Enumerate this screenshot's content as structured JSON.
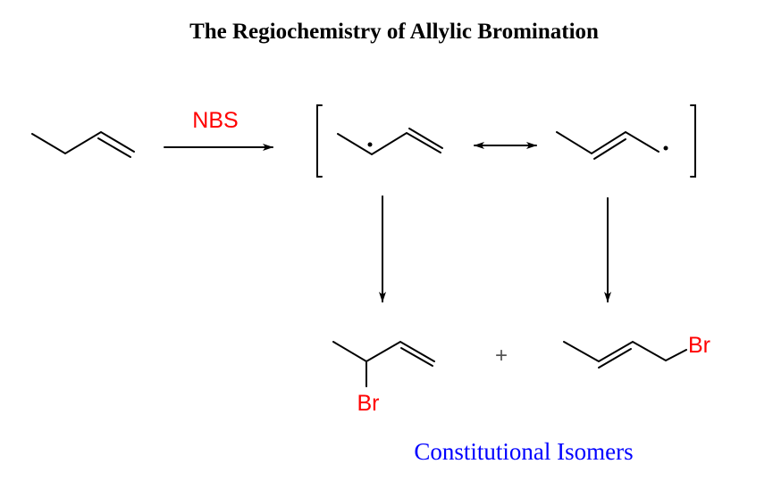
{
  "title": "The Regiochemistry of Allylic Bromination",
  "reagent": "NBS",
  "product_1_substituent": "Br",
  "product_2_substituent": "Br",
  "plus_sign": "+",
  "caption": "Constitutional Isomers",
  "colors": {
    "reagent": "#ff0000",
    "halogen": "#ff0000",
    "caption": "#0000ff",
    "bonds": "#000000"
  }
}
